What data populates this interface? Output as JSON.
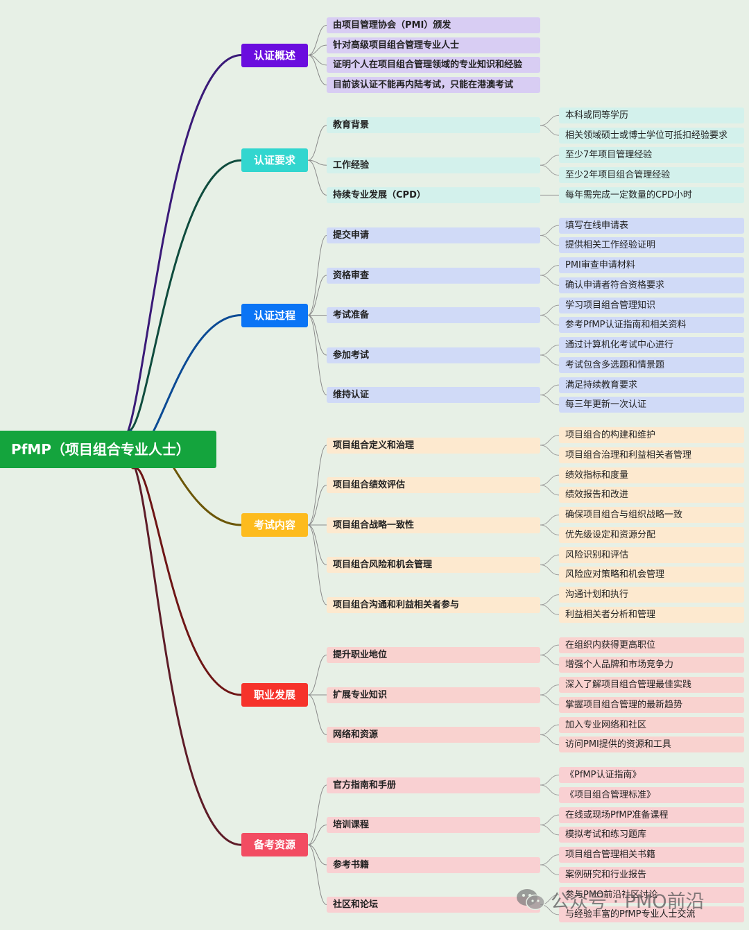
{
  "root": {
    "label": "PfMP（项目组合专业人士）"
  },
  "line_color_root": "#14a43d",
  "categories": [
    {
      "label": "认证概述",
      "color": "#6a0dde",
      "bg": "#d8cdf3",
      "children": [
        {
          "label": "由项目管理协会（PMI）颁发",
          "leaves": []
        },
        {
          "label": "针对高级项目组合管理专业人士",
          "leaves": []
        },
        {
          "label": "证明个人在项目组合管理领域的专业知识和经验",
          "leaves": []
        },
        {
          "label": "目前该认证不能再内陆考试，只能在港澳考试",
          "leaves": []
        }
      ]
    },
    {
      "label": "认证要求",
      "color": "#32d6cf",
      "bg": "#d3f1ec",
      "children": [
        {
          "label": "教育背景",
          "leaves": [
            "本科或同等学历",
            "相关领域硕士或博士学位可抵扣经验要求"
          ]
        },
        {
          "label": "工作经验",
          "leaves": [
            "至少7年项目管理经验",
            "至少2年项目组合管理经验"
          ]
        },
        {
          "label": "持续专业发展（CPD）",
          "leaves": [
            "每年需完成一定数量的CPD小时"
          ]
        }
      ]
    },
    {
      "label": "认证过程",
      "color": "#0a74f5",
      "bg": "#d0daf7",
      "children": [
        {
          "label": "提交申请",
          "leaves": [
            "填写在线申请表",
            "提供相关工作经验证明"
          ]
        },
        {
          "label": "资格审查",
          "leaves": [
            "PMI审查申请材料",
            "确认申请者符合资格要求"
          ]
        },
        {
          "label": "考试准备",
          "leaves": [
            "学习项目组合管理知识",
            "参考PfMP认证指南和相关资料"
          ]
        },
        {
          "label": "参加考试",
          "leaves": [
            "通过计算机化考试中心进行",
            "考试包含多选题和情景题"
          ]
        },
        {
          "label": "维持认证",
          "leaves": [
            "满足持续教育要求",
            "每三年更新一次认证"
          ]
        }
      ]
    },
    {
      "label": "考试内容",
      "color": "#fdbb1e",
      "bg": "#fde9cf",
      "children": [
        {
          "label": "项目组合定义和治理",
          "leaves": [
            "项目组合的构建和维护",
            "项目组合治理和利益相关者管理"
          ]
        },
        {
          "label": "项目组合绩效评估",
          "leaves": [
            "绩效指标和度量",
            "绩效报告和改进"
          ]
        },
        {
          "label": "项目组合战略一致性",
          "leaves": [
            "确保项目组合与组织战略一致",
            "优先级设定和资源分配"
          ]
        },
        {
          "label": "项目组合风险和机会管理",
          "leaves": [
            "风险识别和评估",
            "风险应对策略和机会管理"
          ]
        },
        {
          "label": "项目组合沟通和利益相关者参与",
          "leaves": [
            "沟通计划和执行",
            "利益相关者分析和管理"
          ]
        }
      ]
    },
    {
      "label": "职业发展",
      "color": "#f6332b",
      "bg": "#f9d2cf",
      "children": [
        {
          "label": "提升职业地位",
          "leaves": [
            "在组织内获得更高职位",
            "增强个人品牌和市场竞争力"
          ]
        },
        {
          "label": "扩展专业知识",
          "leaves": [
            "深入了解项目组合管理最佳实践",
            "掌握项目组合管理的最新趋势"
          ]
        },
        {
          "label": "网络和资源",
          "leaves": [
            "加入专业网络和社区",
            "访问PMI提供的资源和工具"
          ]
        }
      ]
    },
    {
      "label": "备考资源",
      "color": "#f24c62",
      "bg": "#f9d0d2",
      "children": [
        {
          "label": "官方指南和手册",
          "leaves": [
            "《PfMP认证指南》",
            "《项目组合管理标准》"
          ]
        },
        {
          "label": "培训课程",
          "leaves": [
            "在线或现场PfMP准备课程",
            "模拟考试和练习题库"
          ]
        },
        {
          "label": "参考书籍",
          "leaves": [
            "项目组合管理相关书籍",
            "案例研究和行业报告"
          ]
        },
        {
          "label": "社区和论坛",
          "leaves": [
            "参与PMO前沿社区讨论",
            "与经验丰富的PfMP专业人士交流"
          ]
        }
      ]
    }
  ],
  "link_colors": [
    "#3a1a78",
    "#0f4c3e",
    "#0b4a94",
    "#6b5607",
    "#6e1515",
    "#5e1c28"
  ],
  "watermark": {
    "text": "公众号 · PMO前沿",
    "icon": "wechat-icon"
  }
}
